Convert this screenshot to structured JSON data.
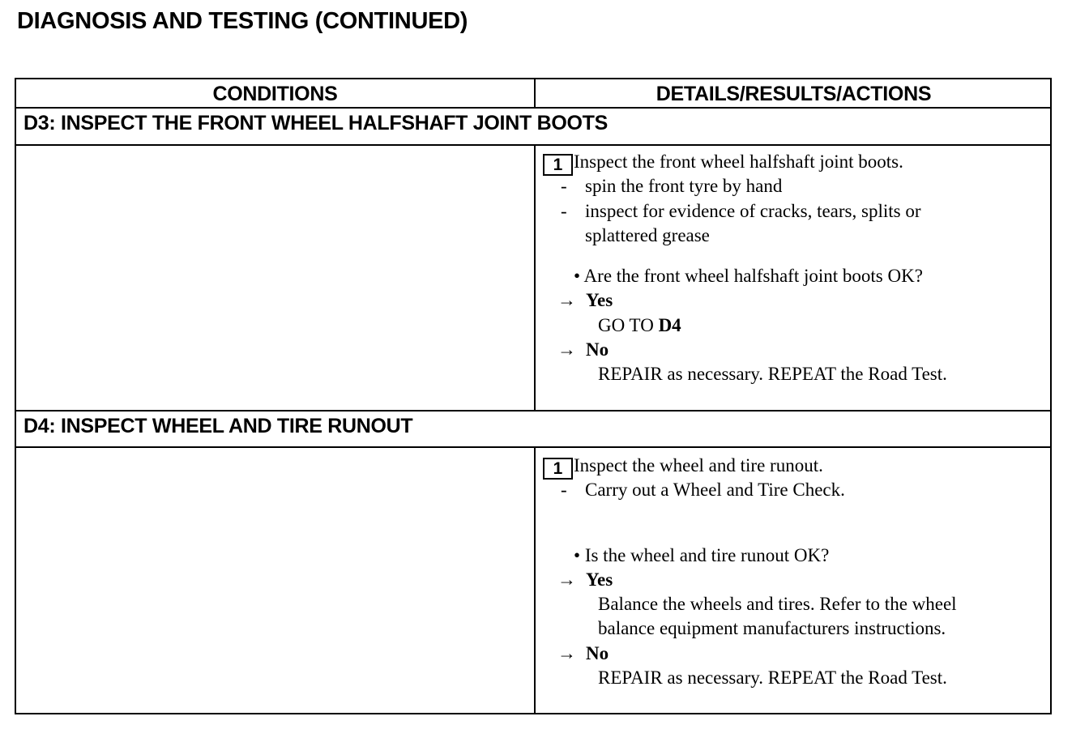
{
  "page": {
    "title": "DIAGNOSIS AND TESTING (CONTINUED)"
  },
  "table": {
    "headers": {
      "conditions": "CONDITIONS",
      "details": "DETAILS/RESULTS/ACTIONS"
    }
  },
  "icons": {
    "arrow": "→",
    "bullet": "•",
    "dash": "-"
  },
  "steps": [
    {
      "title": "D3: INSPECT THE FRONT WHEEL HALFSHAFT JOINT BOOTS",
      "action_number": "1",
      "action": "Inspect the front wheel halfshaft joint boots.",
      "substep_1": "spin the front tyre by hand",
      "substep_2_line_1": "inspect for evidence of cracks, tears, splits or",
      "substep_2_line_2": "splattered grease",
      "question": "Are the front wheel halfshaft joint boots OK?",
      "yes_label": "Yes",
      "yes_result_prefix": "GO TO ",
      "yes_result_target": "D4",
      "no_label": "No",
      "no_result": "REPAIR as necessary. REPEAT the Road Test."
    },
    {
      "title": "D4: INSPECT WHEEL AND TIRE RUNOUT",
      "action_number": "1",
      "action": "Inspect the wheel and tire runout.",
      "substep_1": "Carry out a Wheel and Tire Check.",
      "question": "Is the wheel and tire runout OK?",
      "yes_label": "Yes",
      "yes_result_line_1": "Balance the wheels and tires. Refer to the wheel",
      "yes_result_line_2": "balance equipment manufacturers instructions.",
      "no_label": "No",
      "no_result": "REPAIR as necessary.  REPEAT the Road Test."
    }
  ]
}
